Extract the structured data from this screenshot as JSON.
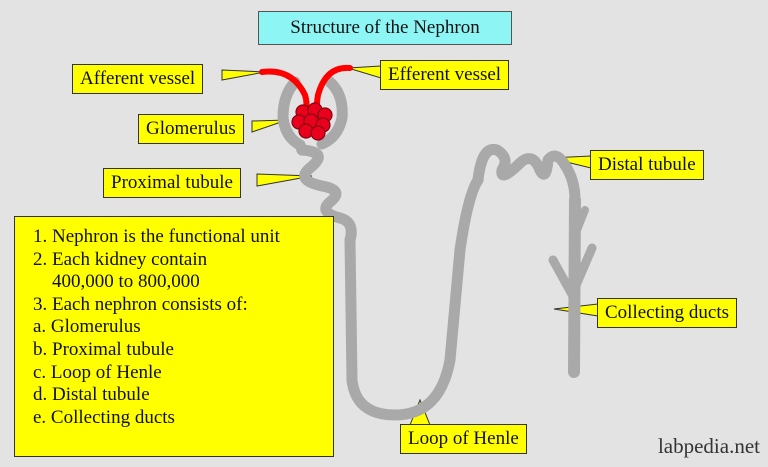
{
  "title": "Structure of the Nephron",
  "labels": {
    "afferent": "Afferent vessel",
    "efferent": "Efferent vessel",
    "glomerulus": "Glomerulus",
    "proximal": "Proximal tubule",
    "distal": "Distal tubule",
    "collecting": "Collecting ducts",
    "loop": "Loop of Henle"
  },
  "info": {
    "lines": [
      "1. Nephron is the functional unit",
      "2. Each kidney contain",
      "    400,000 to 800,000",
      "3. Each nephron consists of:",
      "a. Glomerulus",
      "b. Proximal tubule",
      "c. Loop of Henle",
      "d. Distal tubule",
      "e. Collecting ducts"
    ]
  },
  "watermark": "labpedia.net",
  "colors": {
    "background": "#e3e3e3",
    "callout": "#ffff00",
    "title_box": "#8ef5f5",
    "tubule": "#a9a9a9",
    "vessel": "#ff0000"
  }
}
